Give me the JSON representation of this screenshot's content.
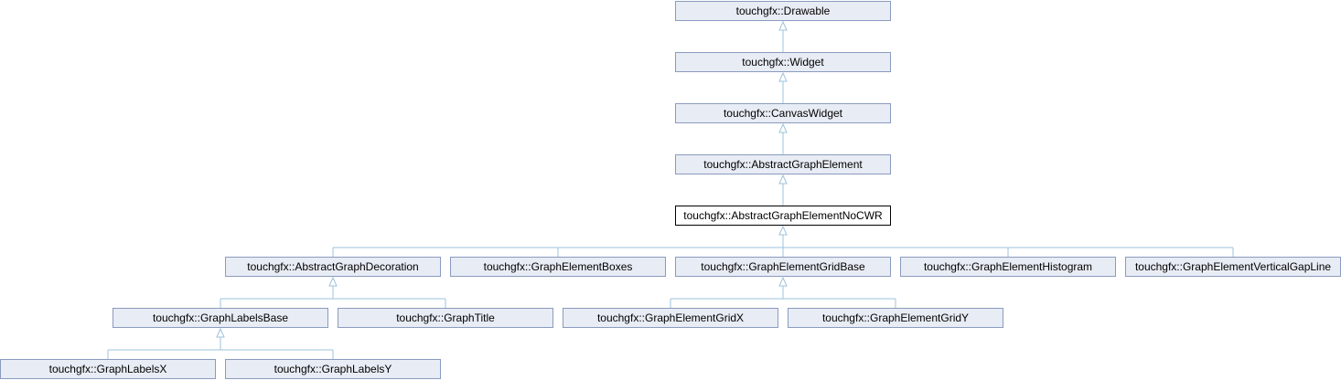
{
  "colors": {
    "node_fill": "#e8ecf4",
    "node_border": "#8a9bbf",
    "current_fill": "#ffffff",
    "current_border": "#000000",
    "edge": "#9ec3dc"
  },
  "nodes": [
    {
      "id": "drawable",
      "label": "touchgfx::Drawable",
      "current": false
    },
    {
      "id": "widget",
      "label": "touchgfx::Widget",
      "current": false
    },
    {
      "id": "canvaswidget",
      "label": "touchgfx::CanvasWidget",
      "current": false
    },
    {
      "id": "abstractgraphelement",
      "label": "touchgfx::AbstractGraphElement",
      "current": false
    },
    {
      "id": "abstractgraphelementnocwr",
      "label": "touchgfx::AbstractGraphElementNoCWR",
      "current": true
    },
    {
      "id": "abstractgraphdecoration",
      "label": "touchgfx::AbstractGraphDecoration",
      "current": false
    },
    {
      "id": "graphelementboxes",
      "label": "touchgfx::GraphElementBoxes",
      "current": false
    },
    {
      "id": "graphelementgridbase",
      "label": "touchgfx::GraphElementGridBase",
      "current": false
    },
    {
      "id": "graphelementhistogram",
      "label": "touchgfx::GraphElementHistogram",
      "current": false
    },
    {
      "id": "graphelementverticalgapline",
      "label": "touchgfx::GraphElementVerticalGapLine",
      "current": false
    },
    {
      "id": "graphlabelsbase",
      "label": "touchgfx::GraphLabelsBase",
      "current": false
    },
    {
      "id": "graphtitle",
      "label": "touchgfx::GraphTitle",
      "current": false
    },
    {
      "id": "graphelementgridx",
      "label": "touchgfx::GraphElementGridX",
      "current": false
    },
    {
      "id": "graphelementgridy",
      "label": "touchgfx::GraphElementGridY",
      "current": false
    },
    {
      "id": "graphlabelsx",
      "label": "touchgfx::GraphLabelsX",
      "current": false
    },
    {
      "id": "graphlabelsy",
      "label": "touchgfx::GraphLabelsY",
      "current": false
    }
  ],
  "edges": [
    {
      "from": "widget",
      "to": "drawable"
    },
    {
      "from": "canvaswidget",
      "to": "widget"
    },
    {
      "from": "abstractgraphelement",
      "to": "canvaswidget"
    },
    {
      "from": "abstractgraphelementnocwr",
      "to": "abstractgraphelement"
    },
    {
      "from": "abstractgraphdecoration",
      "to": "abstractgraphelementnocwr"
    },
    {
      "from": "graphelementboxes",
      "to": "abstractgraphelementnocwr"
    },
    {
      "from": "graphelementgridbase",
      "to": "abstractgraphelementnocwr"
    },
    {
      "from": "graphelementhistogram",
      "to": "abstractgraphelementnocwr"
    },
    {
      "from": "graphelementverticalgapline",
      "to": "abstractgraphelementnocwr"
    },
    {
      "from": "graphlabelsbase",
      "to": "abstractgraphdecoration"
    },
    {
      "from": "graphtitle",
      "to": "abstractgraphdecoration"
    },
    {
      "from": "graphelementgridx",
      "to": "graphelementgridbase"
    },
    {
      "from": "graphelementgridy",
      "to": "graphelementgridbase"
    },
    {
      "from": "graphlabelsx",
      "to": "graphlabelsbase"
    },
    {
      "from": "graphlabelsy",
      "to": "graphlabelsbase"
    }
  ]
}
